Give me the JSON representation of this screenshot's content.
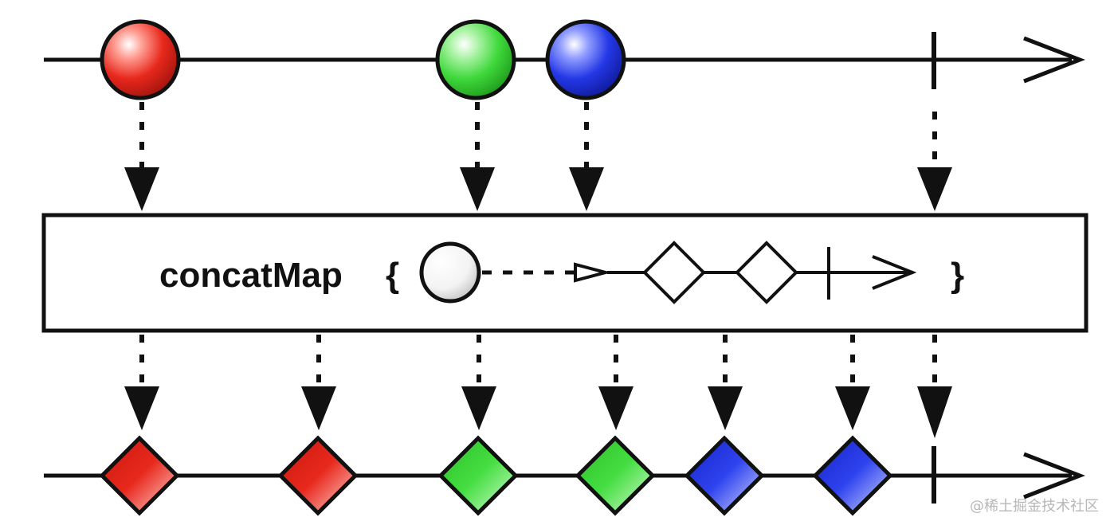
{
  "operator": {
    "label": "concatMap",
    "open_brace": "{",
    "close_brace": "}"
  },
  "input_stream": {
    "items": [
      {
        "shape": "circle",
        "color": "red"
      },
      {
        "shape": "circle",
        "color": "green"
      },
      {
        "shape": "circle",
        "color": "blue"
      }
    ],
    "completes": true
  },
  "output_stream": {
    "items": [
      {
        "shape": "diamond",
        "color": "red"
      },
      {
        "shape": "diamond",
        "color": "red"
      },
      {
        "shape": "diamond",
        "color": "green"
      },
      {
        "shape": "diamond",
        "color": "green"
      },
      {
        "shape": "diamond",
        "color": "blue"
      },
      {
        "shape": "diamond",
        "color": "blue"
      }
    ],
    "completes": true
  },
  "colors": {
    "red": "#e8281d",
    "green": "#3fd93b",
    "blue": "#2438e6",
    "stroke": "#111111",
    "box_fill": "#ffffff"
  },
  "watermark": "@稀土掘金技术社区"
}
